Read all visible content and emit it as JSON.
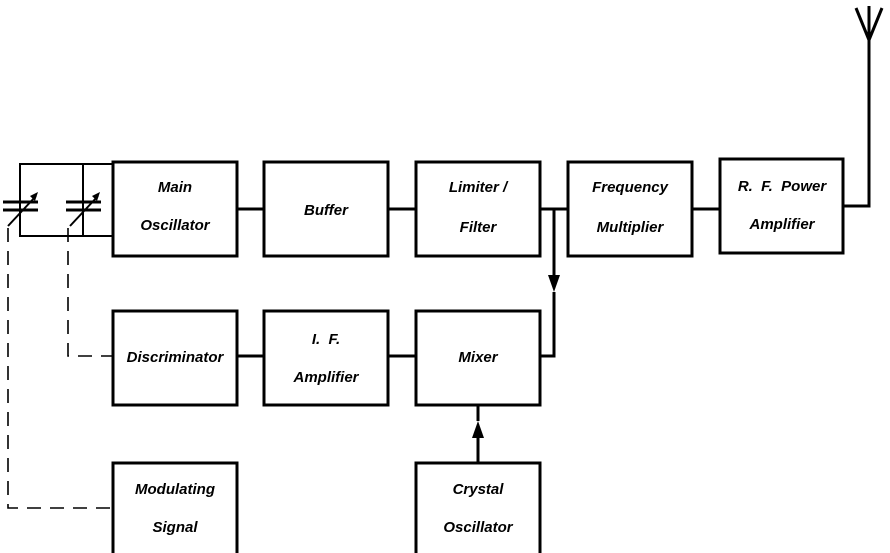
{
  "blocks": {
    "main_oscillator": [
      "Main",
      "Oscillator"
    ],
    "buffer": [
      "Buffer"
    ],
    "limiter_filter": [
      "Limiter /",
      "Filter"
    ],
    "frequency_multiplier": [
      "Frequency",
      "Multiplier"
    ],
    "rf_power_amplifier": [
      "R.  F.  Power",
      "Amplifier"
    ],
    "discriminator": [
      "Discriminator"
    ],
    "if_amplifier": [
      "I.  F.",
      "Amplifier"
    ],
    "mixer": [
      "Mixer"
    ],
    "modulating_signal": [
      "Modulating",
      "Signal"
    ],
    "crystal_oscillator": [
      "Crystal",
      "Oscillator"
    ]
  },
  "connections": [
    {
      "from": "main_oscillator",
      "to": "buffer",
      "style": "solid"
    },
    {
      "from": "buffer",
      "to": "limiter_filter",
      "style": "solid"
    },
    {
      "from": "limiter_filter",
      "to": "frequency_multiplier",
      "style": "solid"
    },
    {
      "from": "frequency_multiplier",
      "to": "rf_power_amplifier",
      "style": "solid"
    },
    {
      "from": "rf_power_amplifier",
      "to": "antenna",
      "style": "solid"
    },
    {
      "from": "limiter_filter",
      "to": "mixer",
      "style": "solid-arrow"
    },
    {
      "from": "crystal_oscillator",
      "to": "mixer",
      "style": "solid-arrow"
    },
    {
      "from": "mixer",
      "to": "if_amplifier",
      "style": "solid"
    },
    {
      "from": "if_amplifier",
      "to": "discriminator",
      "style": "solid"
    },
    {
      "from": "discriminator",
      "to": "variable_capacitor_2",
      "style": "dashed"
    },
    {
      "from": "modulating_signal",
      "to": "variable_capacitor_1",
      "style": "dashed"
    }
  ],
  "icons": [
    "variable-capacitor-icon",
    "variable-capacitor-icon",
    "antenna-icon"
  ]
}
